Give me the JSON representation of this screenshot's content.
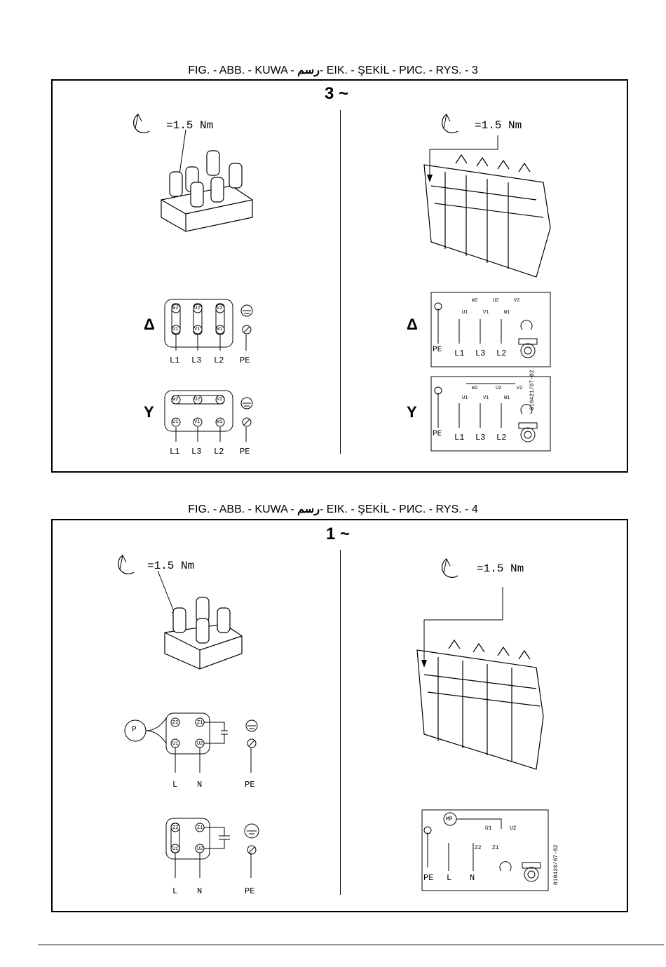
{
  "fig3": {
    "caption_a": "FIG. - ABB. - KUWA - ",
    "caption_arabic": "رسم",
    "caption_b": "- EIK. - ŞEKİL - РИС. - RYS. - 3",
    "phase": "3 ~",
    "torque_left": "=1.5 Nm",
    "torque_right": "=1.5 Nm",
    "delta_symbol": "Δ",
    "star_symbol": "Y",
    "left_delta": {
      "top": [
        "W2",
        "U2",
        "V2"
      ],
      "bottom": [
        "U1",
        "V1",
        "W1"
      ],
      "lines": [
        "L1",
        "L3",
        "L2",
        "PE"
      ]
    },
    "left_star": {
      "top": [
        "W2",
        "U2",
        "V2"
      ],
      "bottom": [
        "U1",
        "V1",
        "W1"
      ],
      "lines": [
        "L1",
        "L3",
        "L2",
        "PE"
      ]
    },
    "right_delta": {
      "top": [
        "W2",
        "U2",
        "V2"
      ],
      "bottom": [
        "U1",
        "V1",
        "W1"
      ],
      "pe": "PE",
      "lines": [
        "L1",
        "L3",
        "L2"
      ]
    },
    "right_star": {
      "top": [
        "W2",
        "U2",
        "V2"
      ],
      "bottom": [
        "U1",
        "V1",
        "W1"
      ],
      "pe": "PE",
      "lines": [
        "L1",
        "L3",
        "L2"
      ]
    },
    "code": "010421/07-02"
  },
  "fig4": {
    "caption_a": "FIG. - ABB. - KUWA - ",
    "caption_arabic": "رسم",
    "caption_b": "- EIK. - ŞEKİL - РИС. - RYS. - 4",
    "phase": "1 ~",
    "torque_left": "=1.5 Nm",
    "torque_right": "=1.5 Nm",
    "pto_label": "P",
    "diag1": {
      "top": [
        "Z2",
        "Z1"
      ],
      "bottom": [
        "U1",
        "U2"
      ],
      "lines": [
        "L",
        "N",
        "PE"
      ]
    },
    "diag2": {
      "top": [
        "Z2",
        "Z1"
      ],
      "bottom": [
        "U1",
        "U2"
      ],
      "lines": [
        "L",
        "N",
        "PE"
      ]
    },
    "right": {
      "mp": "MP",
      "labels": [
        "U1",
        "U2",
        "Z2",
        "Z1"
      ],
      "lines": [
        "PE",
        "L",
        "N"
      ]
    },
    "code": "010420/07-02"
  }
}
